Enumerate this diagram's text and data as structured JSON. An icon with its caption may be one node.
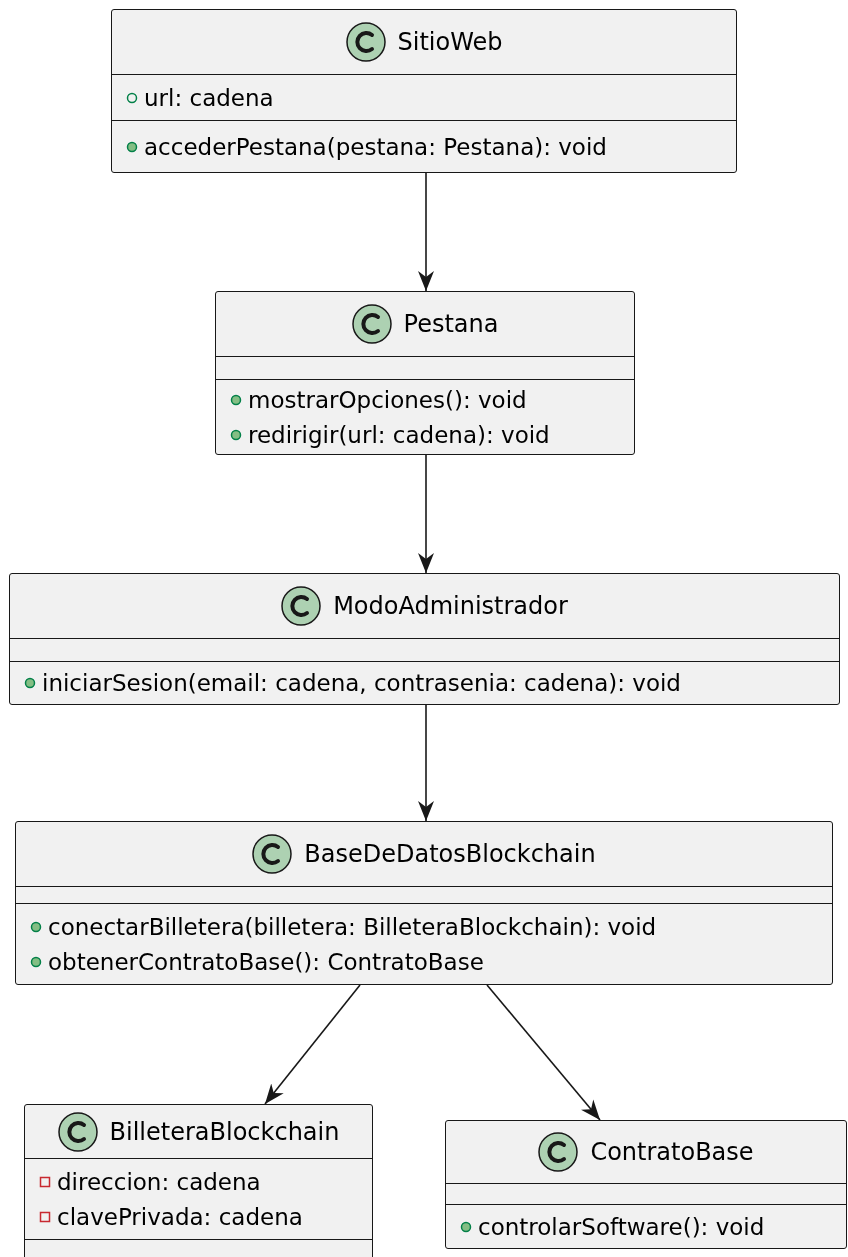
{
  "diagram": {
    "nodes": [
      {
        "text": [
          "SitioWeb",
          "url: cadena",
          "accederPestana(pestana: Pestana): void"
        ]
      },
      {
        "text": [
          "Pestana",
          "mostrarOpciones(): void",
          "redirigir(url: cadena): void"
        ]
      },
      {
        "text": [
          "ModoAdministrador",
          "iniciarSesion(email: cadena, contrasenia: cadena): void"
        ]
      },
      {
        "text": [
          "BaseDeDatosBlockchain",
          "conectarBilletera(billetera: BilleteraBlockchain): void",
          "obtenerContratoBase(): ContratoBase"
        ]
      },
      {
        "text": [
          "BilleteraBlockchain",
          "direccion: cadena",
          "clavePrivada: cadena"
        ]
      },
      {
        "text": [
          "ContratoBase",
          "controlarSoftware(): void"
        ]
      }
    ],
    "edges": [
      {
        "from": 0,
        "to": 1,
        "arrow": "to"
      },
      {
        "from": 1,
        "to": 2,
        "arrow": "to"
      },
      {
        "from": 2,
        "to": 3,
        "arrow": "to"
      },
      {
        "from": 3,
        "to": 4,
        "arrow": "to"
      },
      {
        "from": 3,
        "to": 5,
        "arrow": "to"
      }
    ]
  }
}
